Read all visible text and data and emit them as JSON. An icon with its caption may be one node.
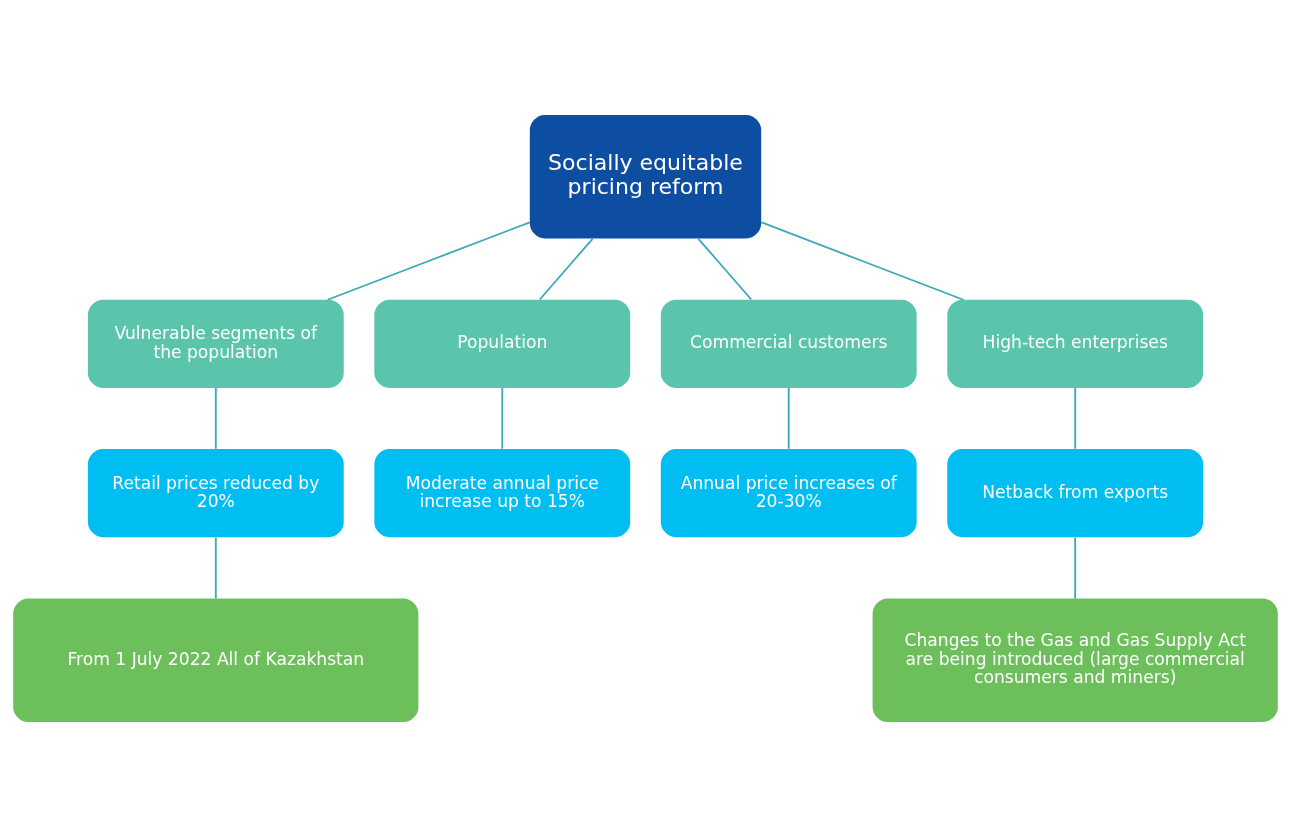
{
  "diagram": {
    "nodes": [
      {
        "text": [
          "Socially equitable pricing reform"
        ]
      },
      {
        "text": [
          "Vulnerable segments of the population"
        ]
      },
      {
        "text": [
          "Population"
        ]
      },
      {
        "text": [
          "Commercial customers"
        ]
      },
      {
        "text": [
          "High-tech enterprises"
        ]
      },
      {
        "text": [
          "Retail prices reduced by 20%"
        ]
      },
      {
        "text": [
          "Moderate annual price increase up to 15%"
        ]
      },
      {
        "text": [
          "Annual price increases of 20-30%"
        ]
      },
      {
        "text": [
          "Netback from exports"
        ]
      },
      {
        "text": [
          "From 1 July 2022 All of Kazakhstan"
        ]
      },
      {
        "text": [
          "Changes to the Gas and Gas Supply Act are being introduced (large commercial consumers and miners)"
        ]
      }
    ],
    "edges": [
      {
        "from": 0,
        "to": 1,
        "arrow": "none"
      },
      {
        "from": 0,
        "to": 2,
        "arrow": "none"
      },
      {
        "from": 0,
        "to": 3,
        "arrow": "none"
      },
      {
        "from": 0,
        "to": 4,
        "arrow": "none"
      },
      {
        "from": 1,
        "to": 5,
        "arrow": "none"
      },
      {
        "from": 2,
        "to": 6,
        "arrow": "none"
      },
      {
        "from": 3,
        "to": 7,
        "arrow": "none"
      },
      {
        "from": 4,
        "to": 8,
        "arrow": "none"
      },
      {
        "from": 5,
        "to": 9,
        "arrow": "none"
      },
      {
        "from": 8,
        "to": 10,
        "arrow": "none"
      }
    ]
  }
}
